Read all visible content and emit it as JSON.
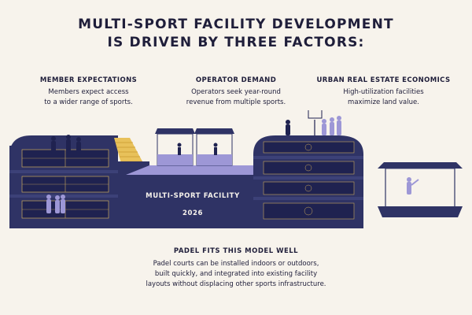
{
  "title": {
    "line1": "MULTI-SPORT FACILITY DEVELOPMENT",
    "line2": "IS DRIVEN BY THREE FACTORS:"
  },
  "factors": [
    {
      "heading": "MEMBER EXPECTATIONS",
      "lines": [
        "Members expect access",
        "to a wider range of sports."
      ]
    },
    {
      "heading": "OPERATOR DEMAND",
      "lines": [
        "Operators seek year-round",
        "revenue from multiple sports."
      ]
    },
    {
      "heading": "URBAN REAL ESTATE ECONOMICS",
      "lines": [
        "High-utilization facilities",
        "maximize land value."
      ]
    }
  ],
  "facility": {
    "label": "MULTI-SPORT FACILITY",
    "year": "2026"
  },
  "padel": {
    "heading": "PADEL FITS THIS MODEL WELL",
    "lines": [
      "Padel courts can be installed indoors or outdoors,",
      "built quickly, and integrated into existing facility",
      "layouts without displacing other sports infrastructure."
    ]
  },
  "colors": {
    "navy": "#2f3365",
    "navy_dark": "#1f2250",
    "court_line": "#c9a85c",
    "lilac": "#9d97d6",
    "yellow": "#e8c15a",
    "background": "#f7f3ec"
  }
}
